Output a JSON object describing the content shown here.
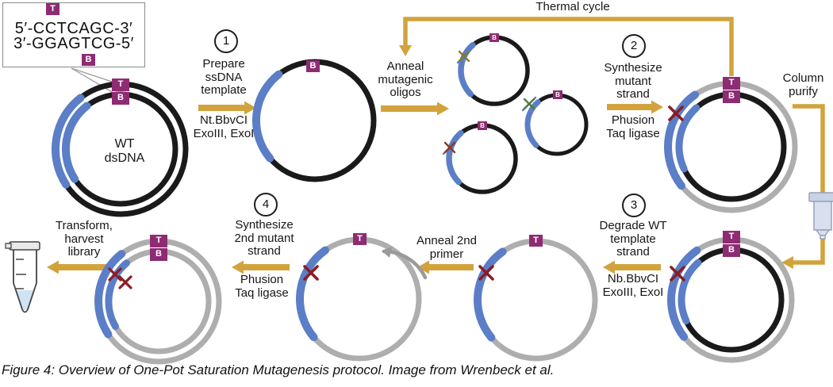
{
  "palette": {
    "arrow_gold": "#D2A33D",
    "plasmid_black": "#1A1A1A",
    "plasmid_gray": "#AEAEAE",
    "insert_blue": "#5B7EC7",
    "tag_purple": "#8E2B72",
    "mutation_red": "#8B1D24",
    "mutation_olive": "#8A7A2A",
    "mutation_green": "#4E7C3A"
  },
  "sequence_box": {
    "top_tag": "T",
    "line1": "5′-CCTCAGC-3′",
    "line2": "3′-GGAGTCG-5′",
    "bottom_tag": "B"
  },
  "tags": {
    "t": "T",
    "b": "B"
  },
  "plasmids": {
    "wt_label": "WT\ndsDNA"
  },
  "flow": {
    "thermal_cycle": "Thermal cycle",
    "anneal_oligos": "Anneal\nmutagenic\noligos",
    "column_purify": "Column\npurify",
    "anneal_2nd_primer": "Anneal 2nd\nprimer",
    "transform": "Transform,\nharvest\nlibrary"
  },
  "steps": [
    {
      "number": "1",
      "action": "Prepare\nssDNA\ntemplate",
      "reagents": "Nt.BbvCI\nExoIII, ExoI"
    },
    {
      "number": "2",
      "action": "Synthesize\nmutant\nstrand",
      "reagents": "Phusion\nTaq ligase"
    },
    {
      "number": "3",
      "action": "Degrade WT\ntemplate\nstrand",
      "reagents": "Nb.BbvCI\nExoIII, ExoI"
    },
    {
      "number": "4",
      "action": "Synthesize\n2nd mutant\nstrand",
      "reagents": "Phusion\nTaq ligase"
    }
  ],
  "caption": "Figure 4: Overview of One-Pot Saturation Mutagenesis protocol.  Image from Wrenbeck et al."
}
